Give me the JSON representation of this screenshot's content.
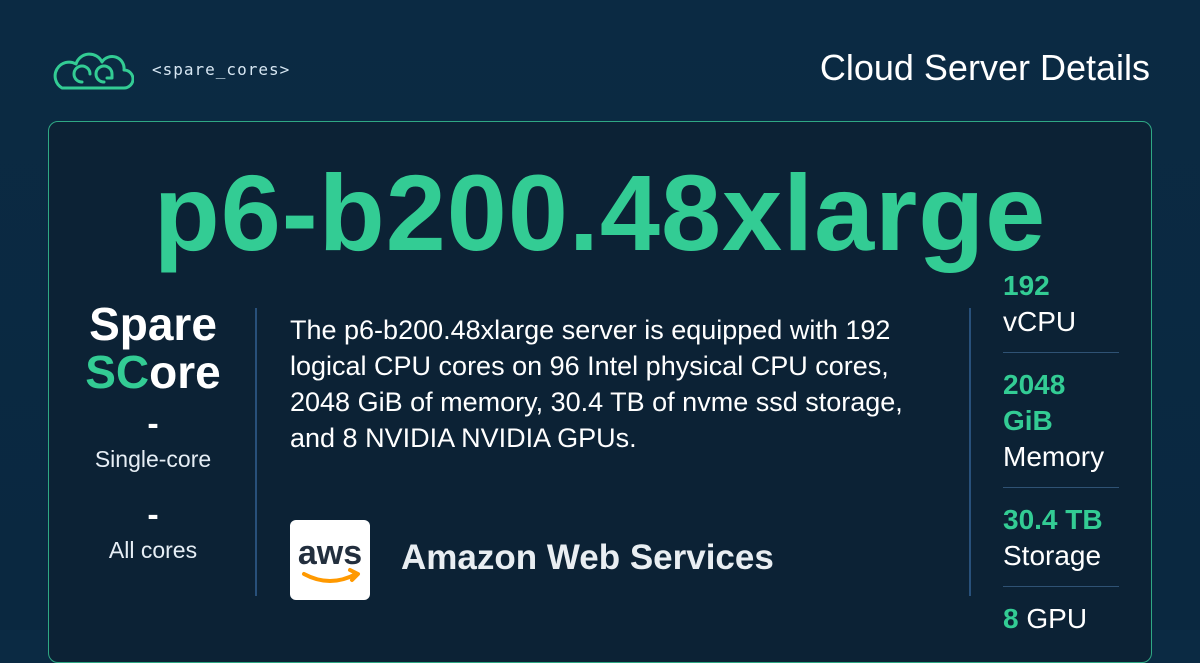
{
  "brand": {
    "logo_text": "<spare_cores>"
  },
  "header": {
    "title": "Cloud Server Details"
  },
  "server": {
    "name": "p6-b200.48xlarge",
    "description": "The p6-b200.48xlarge server is equipped with 192 logical CPU cores on 96 Intel physical CPU cores, 2048 GiB of memory, 30.4 TB of nvme ssd storage, and 8 NVIDIA NVIDIA GPUs."
  },
  "score": {
    "word1": "Spare",
    "word2_accent": "SC",
    "word2_rest": "ore",
    "single_value": "-",
    "single_label": "Single-core",
    "multi_value": "-",
    "multi_label": "All cores"
  },
  "provider": {
    "name": "Amazon Web Services",
    "logo_text": "aws"
  },
  "stats": [
    {
      "value": "192",
      "label": "vCPU"
    },
    {
      "value": "2048 GiB",
      "label": "Memory"
    },
    {
      "value": "30.4 TB",
      "label": "Storage"
    },
    {
      "value": "8",
      "label": "GPU"
    }
  ],
  "colors": {
    "accent": "#33cc94",
    "background": "#0b2a43",
    "card": "#0c2235"
  }
}
